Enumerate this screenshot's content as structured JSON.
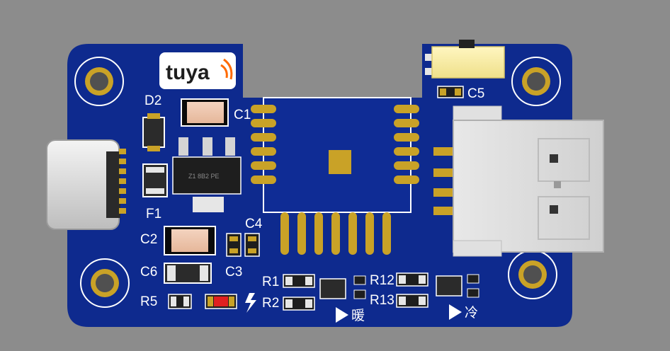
{
  "board": {
    "logo_text": "tuya",
    "labels": {
      "d2": "D2",
      "c1": "C1",
      "f1": "F1",
      "c2": "C2",
      "c4": "C4",
      "c6": "C6",
      "c3": "C3",
      "r5": "R5",
      "r1": "R1",
      "r2": "R2",
      "r12": "R12",
      "r13": "R13",
      "c5": "C5",
      "warm": "暖",
      "cool": "冷"
    },
    "chip_marking": "Z1 8B2 PE",
    "colors": {
      "background": "#8c8c8c",
      "board": "#0e2a8e",
      "silkscreen": "#ffffff",
      "gold": "#c9a227",
      "metal": "#d4d4d4",
      "led": "#e02020"
    }
  }
}
